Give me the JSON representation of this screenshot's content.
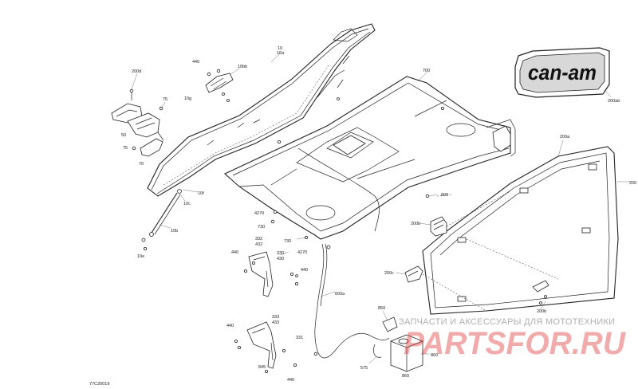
{
  "diagram": {
    "code": "77C20019",
    "brand_logo": "can-am",
    "watermark": {
      "caption": "ЗАПЧАСТИ И АКСЕССУАРЫ ДЛЯ МОТОТЕХНИКИ",
      "logo": "PARTSFOR.RU"
    },
    "callouts": [
      {
        "id": "c200d",
        "text": "200d"
      },
      {
        "id": "c75a",
        "text": "75"
      },
      {
        "id": "c50",
        "text": "50"
      },
      {
        "id": "c75b",
        "text": "75"
      },
      {
        "id": "c70",
        "text": "70"
      },
      {
        "id": "c440a",
        "text": "440"
      },
      {
        "id": "c10",
        "text": "10"
      },
      {
        "id": "c10a",
        "text": "10a"
      },
      {
        "id": "c10bb",
        "text": "10bb"
      },
      {
        "id": "c10g",
        "text": "10g"
      },
      {
        "id": "c700",
        "text": "700"
      },
      {
        "id": "c200ab",
        "text": "200ab"
      },
      {
        "id": "c200a",
        "text": "200a"
      },
      {
        "id": "c200",
        "text": "200"
      },
      {
        "id": "c10f",
        "text": "10f"
      },
      {
        "id": "c10c",
        "text": "10c"
      },
      {
        "id": "c10b",
        "text": "10b"
      },
      {
        "id": "c10e",
        "text": "10e"
      },
      {
        "id": "c4270a",
        "text": "4270"
      },
      {
        "id": "c730a",
        "text": "730"
      },
      {
        "id": "c800",
        "text": "800"
      },
      {
        "id": "c200b1",
        "text": "200b"
      },
      {
        "id": "c200c",
        "text": "200c"
      },
      {
        "id": "c200b2",
        "text": "200b"
      },
      {
        "id": "c332",
        "text": "332"
      },
      {
        "id": "c432",
        "text": "432"
      },
      {
        "id": "c440b",
        "text": "440"
      },
      {
        "id": "c730b",
        "text": "730"
      },
      {
        "id": "c330",
        "text": "330"
      },
      {
        "id": "c430",
        "text": "430"
      },
      {
        "id": "c4270b",
        "text": "4270"
      },
      {
        "id": "c440c",
        "text": "440"
      },
      {
        "id": "c600a",
        "text": "600a"
      },
      {
        "id": "c850",
        "text": "850"
      },
      {
        "id": "c860",
        "text": "860"
      },
      {
        "id": "c333",
        "text": "333"
      },
      {
        "id": "c433",
        "text": "433"
      },
      {
        "id": "c440d",
        "text": "440"
      },
      {
        "id": "c331",
        "text": "331"
      },
      {
        "id": "c845",
        "text": "845"
      },
      {
        "id": "c440e",
        "text": "440"
      },
      {
        "id": "c575",
        "text": "575"
      },
      {
        "id": "c860b",
        "text": "860"
      }
    ]
  }
}
